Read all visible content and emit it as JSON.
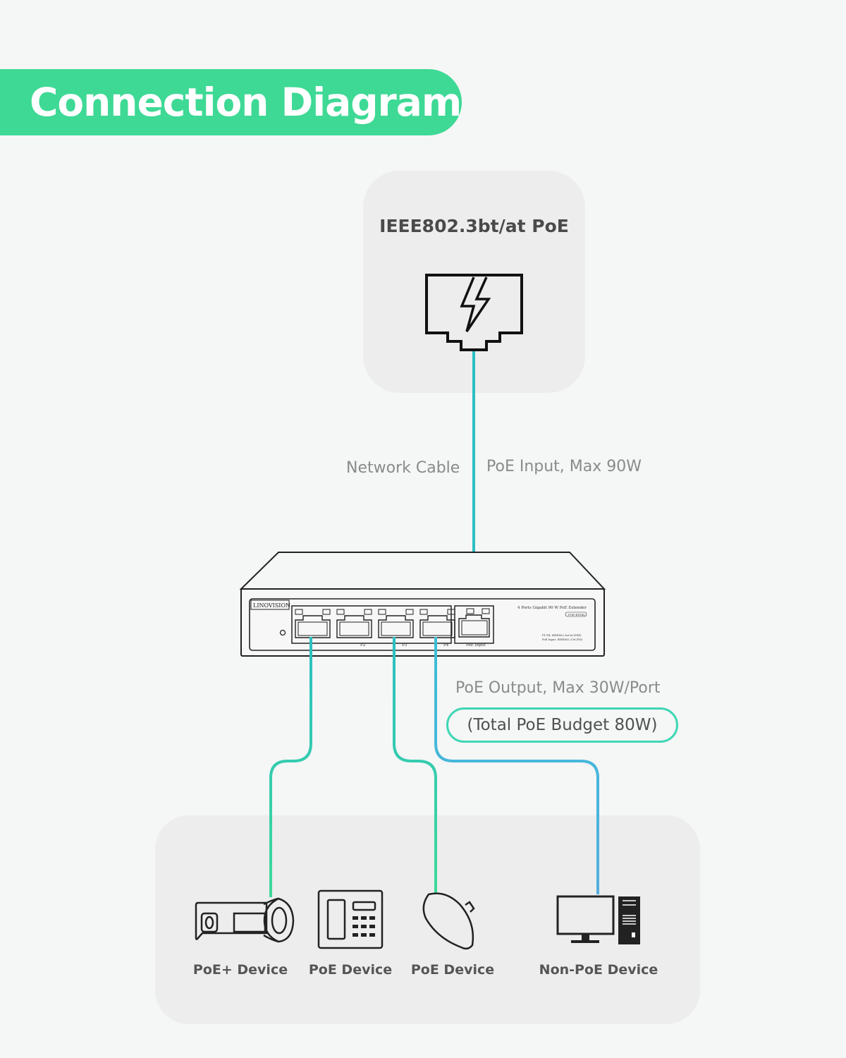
{
  "header": {
    "title": "Connection Diagram"
  },
  "source": {
    "title": "IEEE802.3bt/at PoE",
    "icon": "poe-power-jack-icon"
  },
  "links": {
    "input_cable_label": "Network Cable",
    "input_power_label": "PoE Input, Max 90W",
    "output_label": "PoE Output, Max 30W/Port",
    "budget_label": "(Total PoE Budget 80W)"
  },
  "switch": {
    "brand": "LINOVISION",
    "model_text": "4 Ports Gigabit 90  W PoE Extender",
    "model_code": "POE-EXT4L",
    "spec_line_1": "P1-P4: IEEE802.3at  bt (PSE)",
    "spec_line_2": "PoE Input: IEEE802.3  bt (PD)",
    "input_port_label": "PoE Input",
    "port_labels": [
      "",
      "P2",
      "P3",
      "P4"
    ]
  },
  "devices": [
    {
      "label": "PoE+ Device",
      "icon": "bullet-camera-icon"
    },
    {
      "label": "PoE Device",
      "icon": "ip-phone-icon"
    },
    {
      "label": "PoE Device",
      "icon": "access-point-icon"
    },
    {
      "label": "Non-PoE Device",
      "icon": "desktop-computer-icon"
    }
  ],
  "colors": {
    "accent_green": "#3ed995",
    "cable_teal": "#2bbfc2",
    "cable_green": "#3ed99a",
    "cable_blue": "#52aee0",
    "panel_gray": "#ededed",
    "background": "#f5f6f6"
  }
}
